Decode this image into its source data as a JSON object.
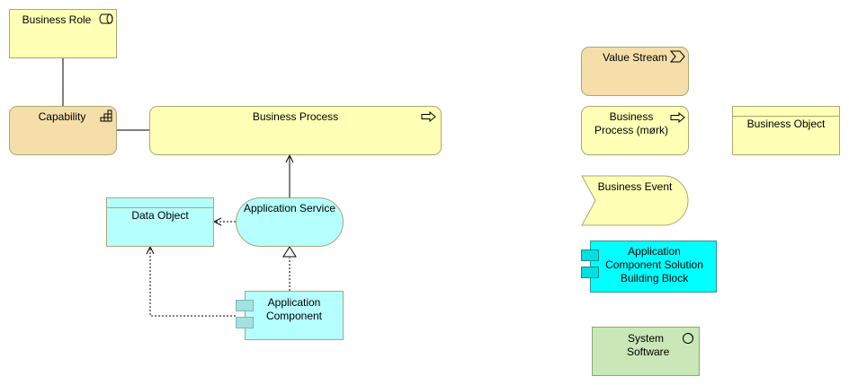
{
  "diagram": {
    "elements": {
      "business_role": "Business Role",
      "capability": "Capability",
      "business_process": "Business Process",
      "data_object": "Data Object",
      "application_service": "Application Service",
      "application_component": "Application Component",
      "value_stream": "Value Stream",
      "business_process_dark": "Business Process (mørk)",
      "business_object": "Business Object",
      "business_event": "Business Event",
      "app_component_sbb": "Application Component Solution Building Block",
      "system_software": "System Software"
    }
  },
  "colors": {
    "business_light": "#ffffb5",
    "business_dark": "#f5deaa",
    "strategy": "#f5deaa",
    "application_light": "#b5ffff",
    "application_bright": "#00ffff",
    "technology": "#c9e7b7",
    "border": "#a8a878",
    "line": "#000000"
  }
}
